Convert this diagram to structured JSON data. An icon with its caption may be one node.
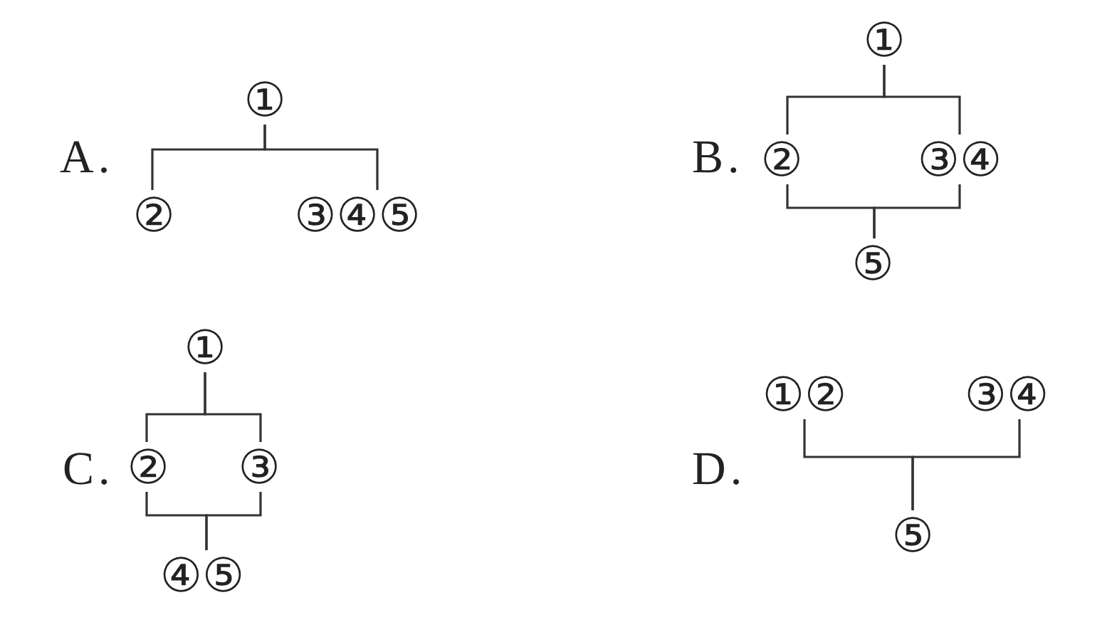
{
  "diagram": {
    "nodes": [
      {
        "text": [
          "①"
        ]
      },
      {
        "text": [
          "②"
        ]
      },
      {
        "text": [
          "③④⑤"
        ]
      },
      {
        "text": [
          "①"
        ]
      },
      {
        "text": [
          "②"
        ]
      },
      {
        "text": [
          "③④"
        ]
      },
      {
        "text": [
          "⑤"
        ]
      },
      {
        "text": [
          "①"
        ]
      },
      {
        "text": [
          "②"
        ]
      },
      {
        "text": [
          "③"
        ]
      },
      {
        "text": [
          "④⑤"
        ]
      },
      {
        "text": [
          "①②"
        ]
      },
      {
        "text": [
          "③④"
        ]
      },
      {
        "text": [
          "⑤"
        ]
      }
    ],
    "edges": [
      {
        "from": 0,
        "to": 1,
        "arrow": "none"
      },
      {
        "from": 0,
        "to": 2,
        "arrow": "none"
      },
      {
        "from": 3,
        "to": 4,
        "arrow": "none"
      },
      {
        "from": 3,
        "to": 5,
        "arrow": "none"
      },
      {
        "from": 4,
        "to": 6,
        "arrow": "none"
      },
      {
        "from": 5,
        "to": 6,
        "arrow": "none"
      },
      {
        "from": 7,
        "to": 8,
        "arrow": "none"
      },
      {
        "from": 7,
        "to": 9,
        "arrow": "none"
      },
      {
        "from": 8,
        "to": 10,
        "arrow": "none"
      },
      {
        "from": 9,
        "to": 10,
        "arrow": "none"
      },
      {
        "from": 11,
        "to": 13,
        "arrow": "none"
      },
      {
        "from": 12,
        "to": 13,
        "arrow": "none"
      }
    ],
    "labels": [
      "A.",
      "B.",
      "C.",
      "D."
    ]
  }
}
